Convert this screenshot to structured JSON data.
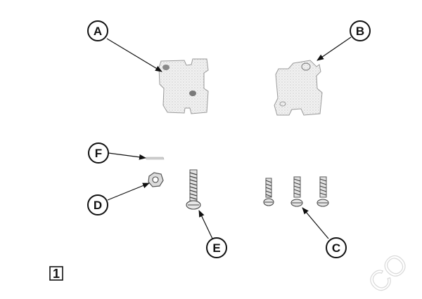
{
  "callouts": {
    "a": "A",
    "b": "B",
    "c": "C",
    "d": "D",
    "e": "E",
    "f": "F"
  },
  "figure_number": "1",
  "watermark": "CO",
  "colors": {
    "ink": "#111111",
    "part_fill": "#eeeeee",
    "watermark": "#d9d9d9"
  }
}
